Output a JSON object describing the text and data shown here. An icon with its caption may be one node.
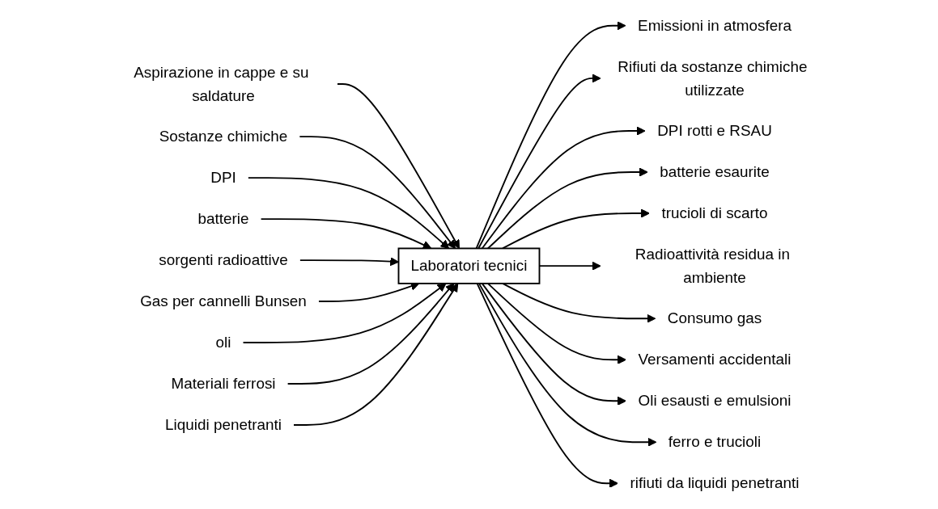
{
  "diagram": {
    "nodes": [
      {
        "text": [
          "Laboratori tecnici"
        ]
      },
      {
        "text": [
          "Aspirazione in cappe e su saldature"
        ]
      },
      {
        "text": [
          "Sostanze chimiche"
        ]
      },
      {
        "text": [
          "DPI"
        ]
      },
      {
        "text": [
          "batterie"
        ]
      },
      {
        "text": [
          "sorgenti radioattive"
        ]
      },
      {
        "text": [
          "Gas per cannelli Bunsen"
        ]
      },
      {
        "text": [
          "oli"
        ]
      },
      {
        "text": [
          "Materiali ferrosi"
        ]
      },
      {
        "text": [
          "Liquidi penetranti"
        ]
      },
      {
        "text": [
          "Emissioni in atmosfera"
        ]
      },
      {
        "text": [
          "Rifiuti da sostanze chimiche utilizzate"
        ]
      },
      {
        "text": [
          "DPI rotti e RSAU"
        ]
      },
      {
        "text": [
          "batterie esaurite"
        ]
      },
      {
        "text": [
          "trucioli di scarto"
        ]
      },
      {
        "text": [
          "Radioattività residua in ambiente"
        ]
      },
      {
        "text": [
          "Consumo gas"
        ]
      },
      {
        "text": [
          "Versamenti accidentali"
        ]
      },
      {
        "text": [
          "Oli esausti e emulsioni"
        ]
      },
      {
        "text": [
          "ferro e trucioli"
        ]
      },
      {
        "text": [
          "rifiuti da liquidi penetranti"
        ]
      }
    ],
    "edges": [
      {
        "from": 1,
        "to": 0,
        "arrow": "to"
      },
      {
        "from": 2,
        "to": 0,
        "arrow": "to"
      },
      {
        "from": 3,
        "to": 0,
        "arrow": "to"
      },
      {
        "from": 4,
        "to": 0,
        "arrow": "to"
      },
      {
        "from": 5,
        "to": 0,
        "arrow": "to"
      },
      {
        "from": 6,
        "to": 0,
        "arrow": "to"
      },
      {
        "from": 7,
        "to": 0,
        "arrow": "to"
      },
      {
        "from": 8,
        "to": 0,
        "arrow": "to"
      },
      {
        "from": 9,
        "to": 0,
        "arrow": "to"
      },
      {
        "from": 0,
        "to": 10,
        "arrow": "to"
      },
      {
        "from": 0,
        "to": 11,
        "arrow": "to"
      },
      {
        "from": 0,
        "to": 12,
        "arrow": "to"
      },
      {
        "from": 0,
        "to": 13,
        "arrow": "to"
      },
      {
        "from": 0,
        "to": 14,
        "arrow": "to"
      },
      {
        "from": 0,
        "to": 15,
        "arrow": "to"
      },
      {
        "from": 0,
        "to": 16,
        "arrow": "to"
      },
      {
        "from": 0,
        "to": 17,
        "arrow": "to"
      },
      {
        "from": 0,
        "to": 18,
        "arrow": "to"
      },
      {
        "from": 0,
        "to": 19,
        "arrow": "to"
      },
      {
        "from": 0,
        "to": 20,
        "arrow": "to"
      }
    ]
  }
}
